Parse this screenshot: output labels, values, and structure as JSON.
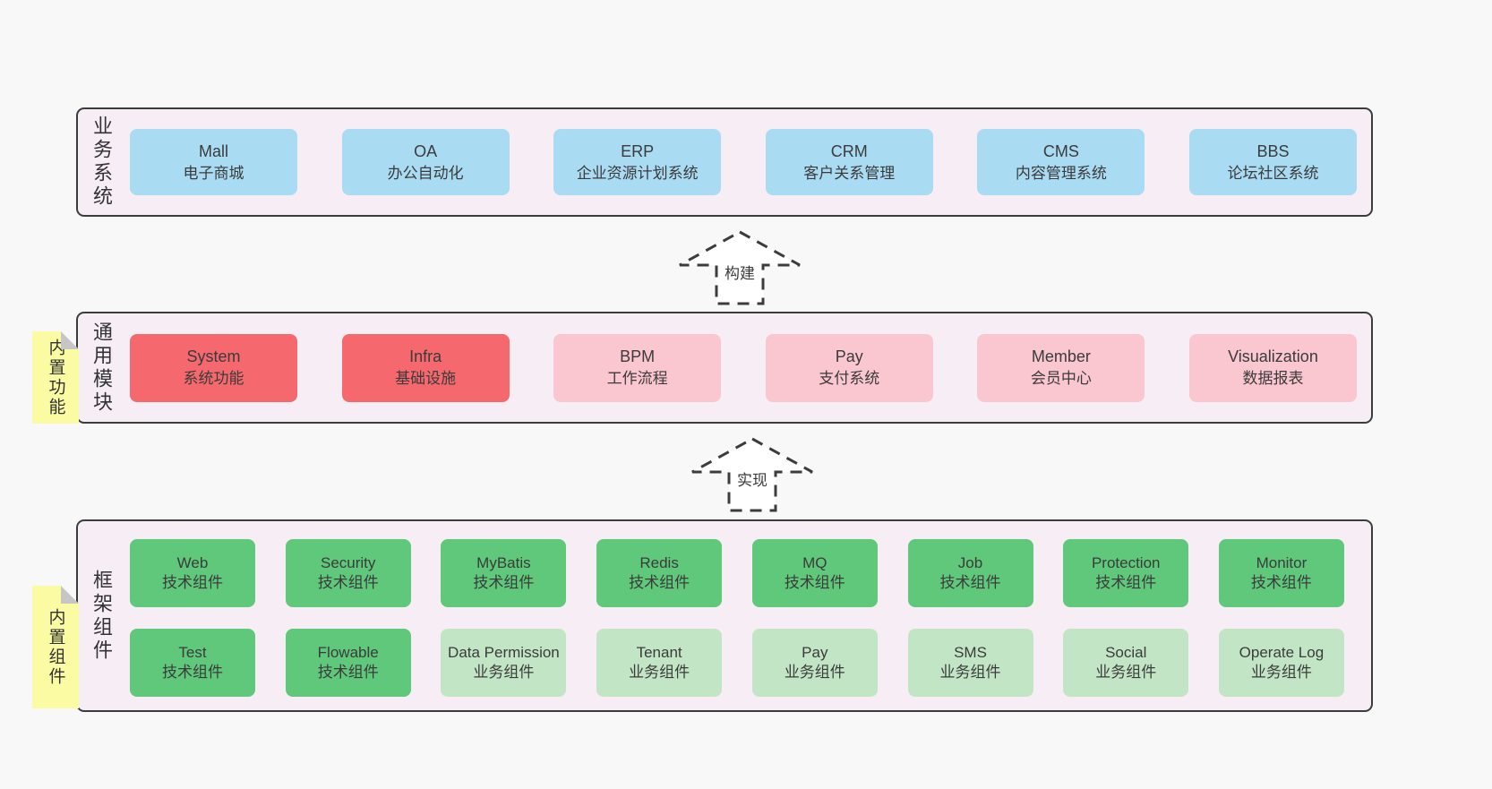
{
  "arrows": {
    "build": "构建",
    "implement": "实现"
  },
  "business": {
    "label": "业务系统",
    "items": [
      {
        "title": "Mall",
        "subtitle": "电子商城",
        "variant": "blue"
      },
      {
        "title": "OA",
        "subtitle": "办公自动化",
        "variant": "blue"
      },
      {
        "title": "ERP",
        "subtitle": "企业资源计划系统",
        "variant": "blue"
      },
      {
        "title": "CRM",
        "subtitle": "客户关系管理",
        "variant": "blue"
      },
      {
        "title": "CMS",
        "subtitle": "内容管理系统",
        "variant": "blue"
      },
      {
        "title": "BBS",
        "subtitle": "论坛社区系统",
        "variant": "blue"
      }
    ]
  },
  "modules": {
    "label": "通用模块",
    "tag": "内置功能",
    "items": [
      {
        "title": "System",
        "subtitle": "系统功能",
        "variant": "red"
      },
      {
        "title": "Infra",
        "subtitle": "基础设施",
        "variant": "red"
      },
      {
        "title": "BPM",
        "subtitle": "工作流程",
        "variant": "pink"
      },
      {
        "title": "Pay",
        "subtitle": "支付系统",
        "variant": "pink"
      },
      {
        "title": "Member",
        "subtitle": "会员中心",
        "variant": "pink"
      },
      {
        "title": "Visualization",
        "subtitle": "数据报表",
        "variant": "pink"
      }
    ]
  },
  "framework": {
    "label": "框架组件",
    "tag": "内置组件",
    "row1": [
      {
        "title": "Web",
        "subtitle": "技术组件",
        "variant": "green"
      },
      {
        "title": "Security",
        "subtitle": "技术组件",
        "variant": "green"
      },
      {
        "title": "MyBatis",
        "subtitle": "技术组件",
        "variant": "green"
      },
      {
        "title": "Redis",
        "subtitle": "技术组件",
        "variant": "green"
      },
      {
        "title": "MQ",
        "subtitle": "技术组件",
        "variant": "green"
      },
      {
        "title": "Job",
        "subtitle": "技术组件",
        "variant": "green"
      },
      {
        "title": "Protection",
        "subtitle": "技术组件",
        "variant": "green"
      },
      {
        "title": "Monitor",
        "subtitle": "技术组件",
        "variant": "green"
      }
    ],
    "row2": [
      {
        "title": "Test",
        "subtitle": "技术组件",
        "variant": "green"
      },
      {
        "title": "Flowable",
        "subtitle": "技术组件",
        "variant": "green"
      },
      {
        "title": "Data Permission",
        "subtitle": "业务组件",
        "variant": "green-light"
      },
      {
        "title": "Tenant",
        "subtitle": "业务组件",
        "variant": "green-light"
      },
      {
        "title": "Pay",
        "subtitle": "业务组件",
        "variant": "green-light"
      },
      {
        "title": "SMS",
        "subtitle": "业务组件",
        "variant": "green-light"
      },
      {
        "title": "Social",
        "subtitle": "业务组件",
        "variant": "green-light"
      },
      {
        "title": "Operate Log",
        "subtitle": "业务组件",
        "variant": "green-light"
      }
    ]
  },
  "colors": {
    "page_bg": "#f8f8f8",
    "panel_bg": "#f7edf5",
    "panel_border": "#3c3c3c",
    "accent_blue": "#a9dbf3",
    "accent_red": "#f5686d",
    "accent_pink": "#fac6d0",
    "accent_green": "#5fc87b",
    "accent_green_light": "#c2e6c5",
    "note_yellow": "#fbfba3"
  }
}
